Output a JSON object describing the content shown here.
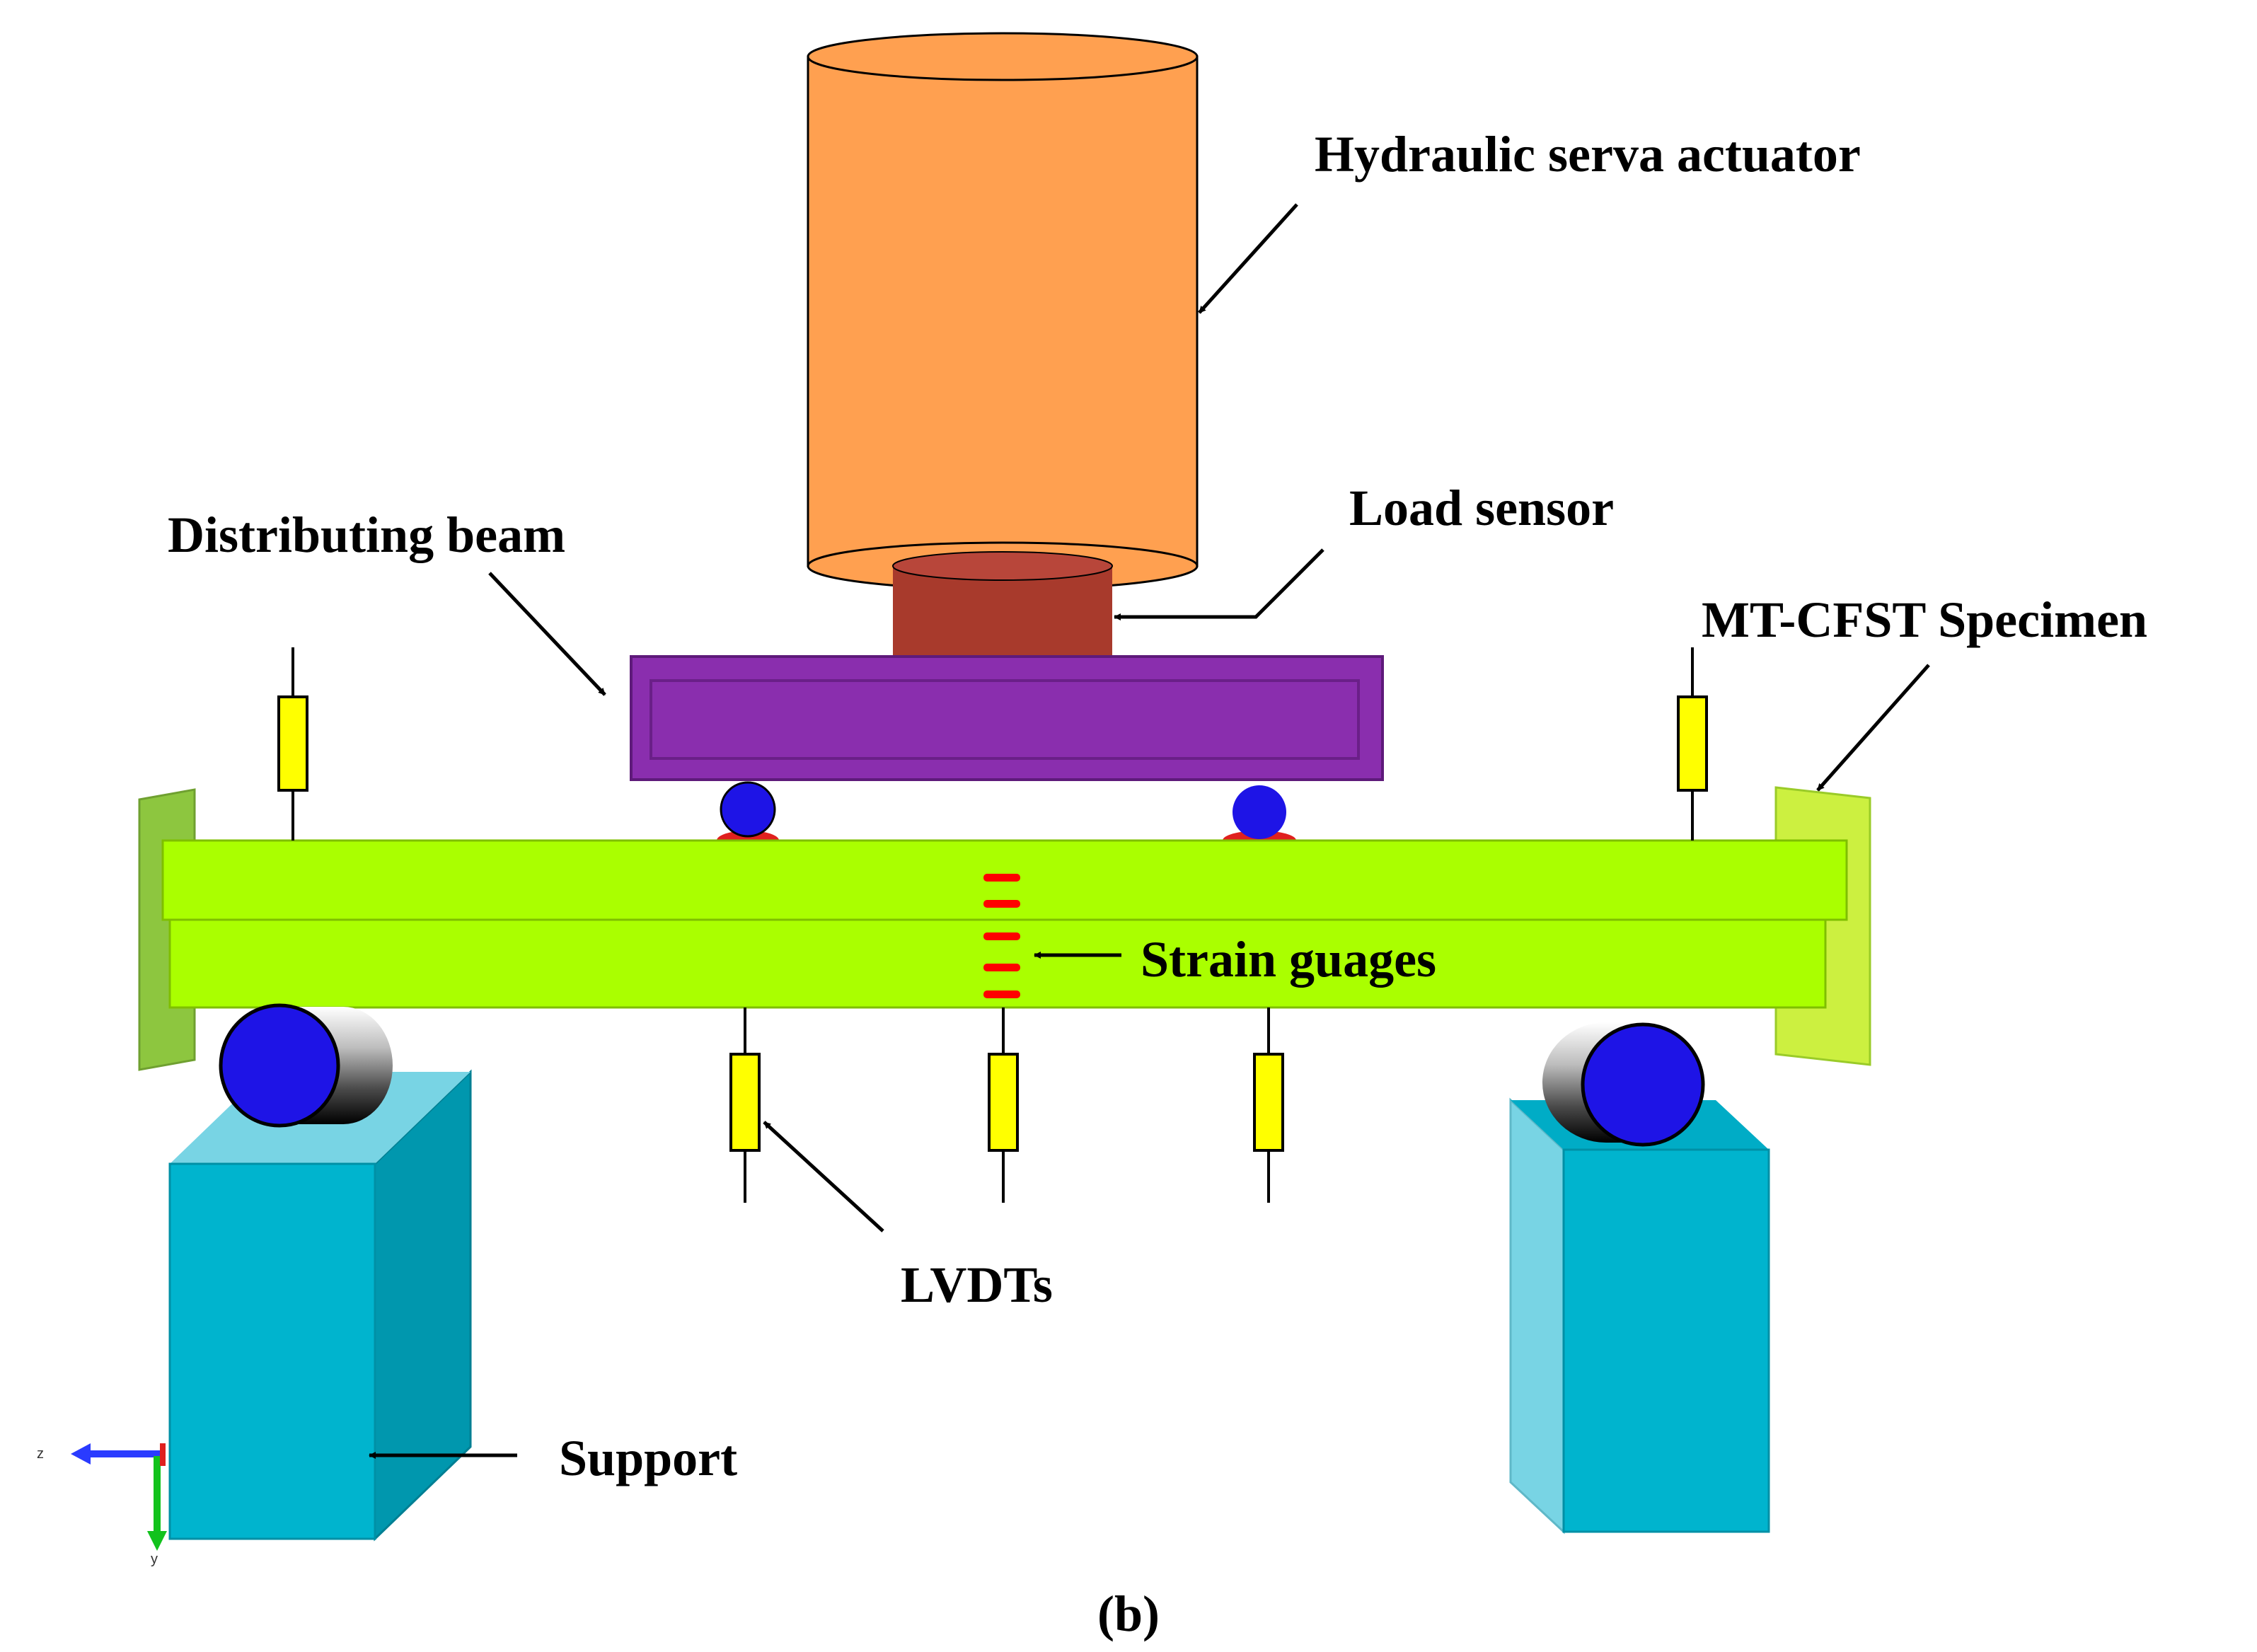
{
  "labels": {
    "actuator": "Hydraulic serva actuator",
    "load_sensor": "Load sensor",
    "distributing_beam": "Distributing beam",
    "specimen": "MT-CFST Specimen",
    "strain_gauges": "Strain guages",
    "lvdts": "LVDTs",
    "support": "Support",
    "caption": "(b)"
  },
  "axes": {
    "horizontal": "z",
    "vertical": "y"
  },
  "colors": {
    "actuator": "#FFA050",
    "load_sensor": "#A83A2C",
    "distributing_beam": "#8A2EAE",
    "specimen": "#AAFF00",
    "end_plate": "#8DC63F",
    "support_front": "#00B4CE",
    "support_side": "#0097AE",
    "support_top": "#78D4E4",
    "roller": "#1E14E6",
    "lvdt": "#FFFF00",
    "strain_gauge": "#FF0000"
  }
}
